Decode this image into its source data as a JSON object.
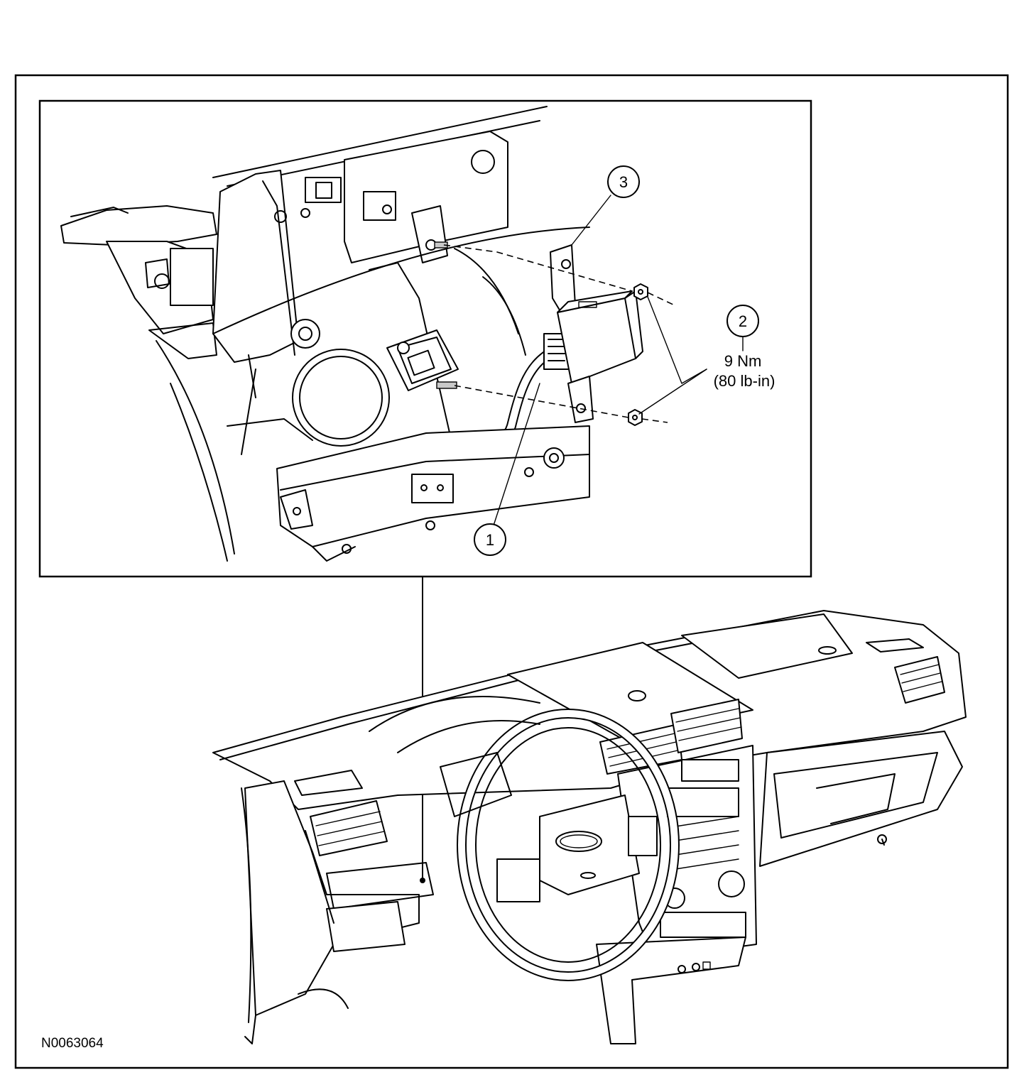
{
  "figure": {
    "id_label": "N0063064"
  },
  "callouts": [
    {
      "number": "1"
    },
    {
      "number": "2"
    },
    {
      "number": "3"
    }
  ],
  "torque_spec": {
    "nm": "9 Nm",
    "lb_in": "(80 lb-in)"
  }
}
